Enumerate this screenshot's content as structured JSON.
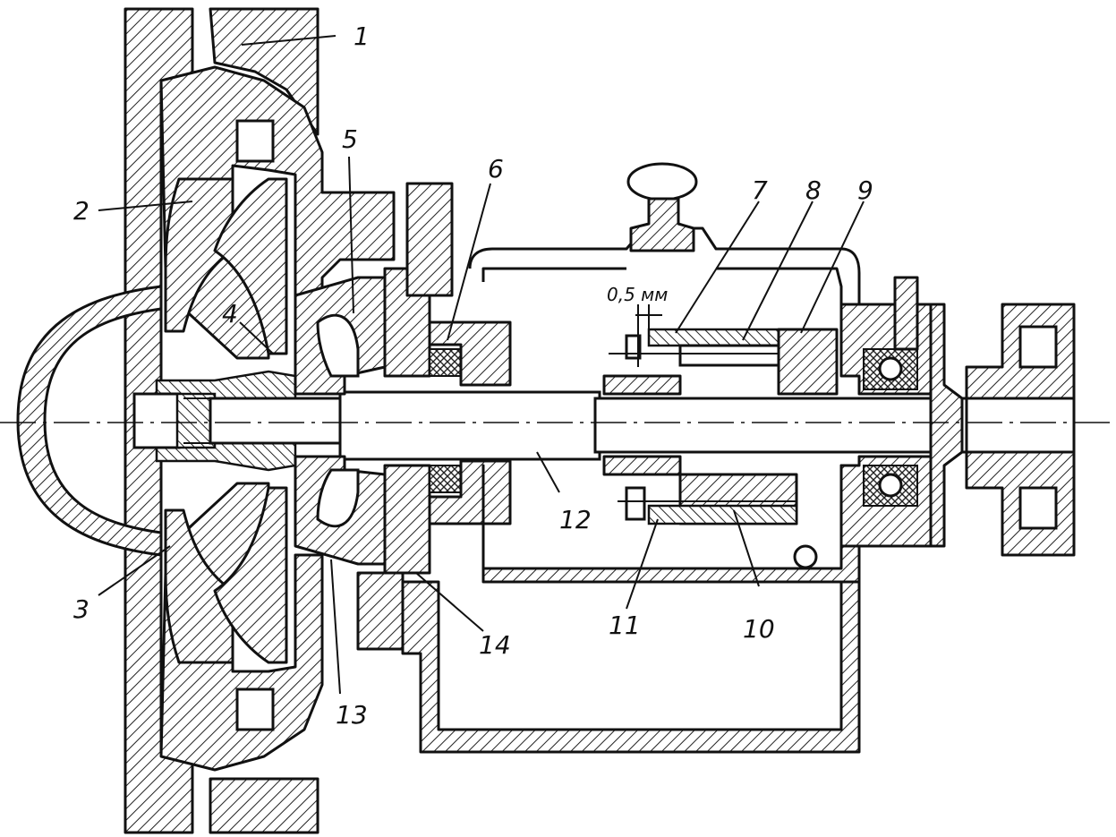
{
  "labels": {
    "l1": "1",
    "l2": "2",
    "l3": "3",
    "l4": "4",
    "l5": "5",
    "l6": "6",
    "l7": "7",
    "l8": "8",
    "l9": "9",
    "l10": "10",
    "l11": "11",
    "l12": "12",
    "l13": "13",
    "l14": "14"
  },
  "dimension": "0,5 мм"
}
